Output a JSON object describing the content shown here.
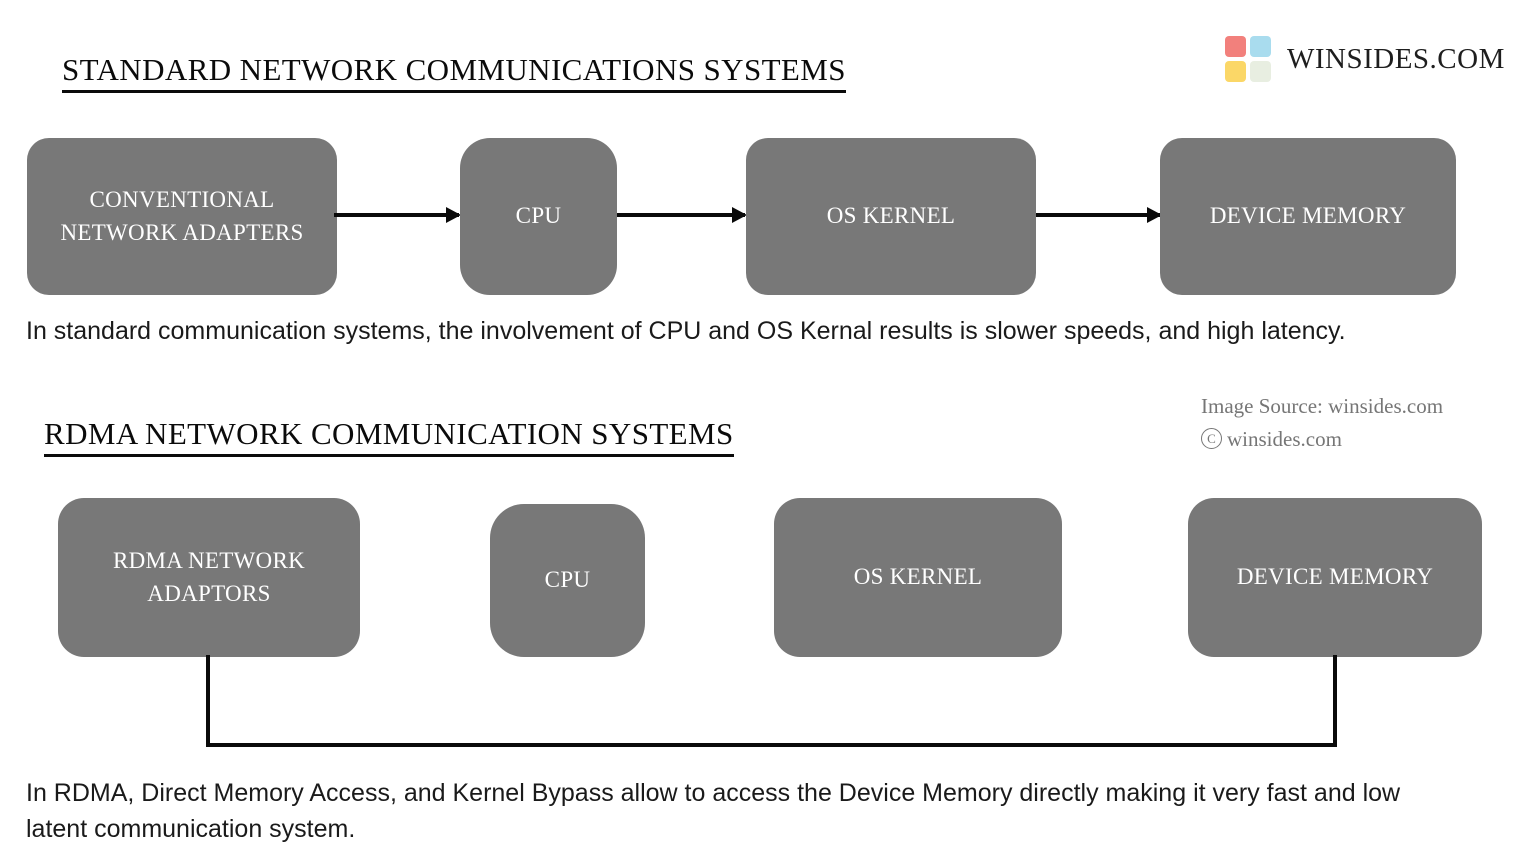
{
  "brand": {
    "name": "WINSIDES.COM",
    "logo_colors": {
      "top_left": "#f2807c",
      "top_right": "#a9dcee",
      "bottom_left": "#fbd767",
      "bottom_right": "#e8eee1"
    }
  },
  "theme": {
    "node_fill": "#787878",
    "node_text": "#ffffff",
    "line_color": "#0a0a0a",
    "background": "#ffffff",
    "attribution_color": "#767676"
  },
  "sections": [
    {
      "id": "standard",
      "heading": "STANDARD NETWORK COMMUNICATIONS SYSTEMS",
      "nodes": [
        {
          "label": "CONVENTIONAL\nNETWORK ADAPTERS"
        },
        {
          "label": "CPU"
        },
        {
          "label": "OS KERNEL"
        },
        {
          "label": "DEVICE MEMORY"
        }
      ],
      "paragraph": "In standard communication systems, the involvement of CPU and OS Kernal results is slower speeds, and high latency."
    },
    {
      "id": "rdma",
      "heading": "RDMA NETWORK COMMUNICATION SYSTEMS",
      "nodes": [
        {
          "label": "RDMA NETWORK\nADAPTORS"
        },
        {
          "label": "CPU"
        },
        {
          "label": "OS KERNEL"
        },
        {
          "label": "DEVICE MEMORY"
        }
      ],
      "paragraph": "In RDMA, Direct Memory Access, and Kernel Bypass allow to access the Device Memory directly making it very fast and low latent communication system."
    }
  ],
  "attribution": {
    "source_line": "Image Source: winsides.com",
    "copyright_glyph": "C",
    "copyright_text": "winsides.com"
  }
}
